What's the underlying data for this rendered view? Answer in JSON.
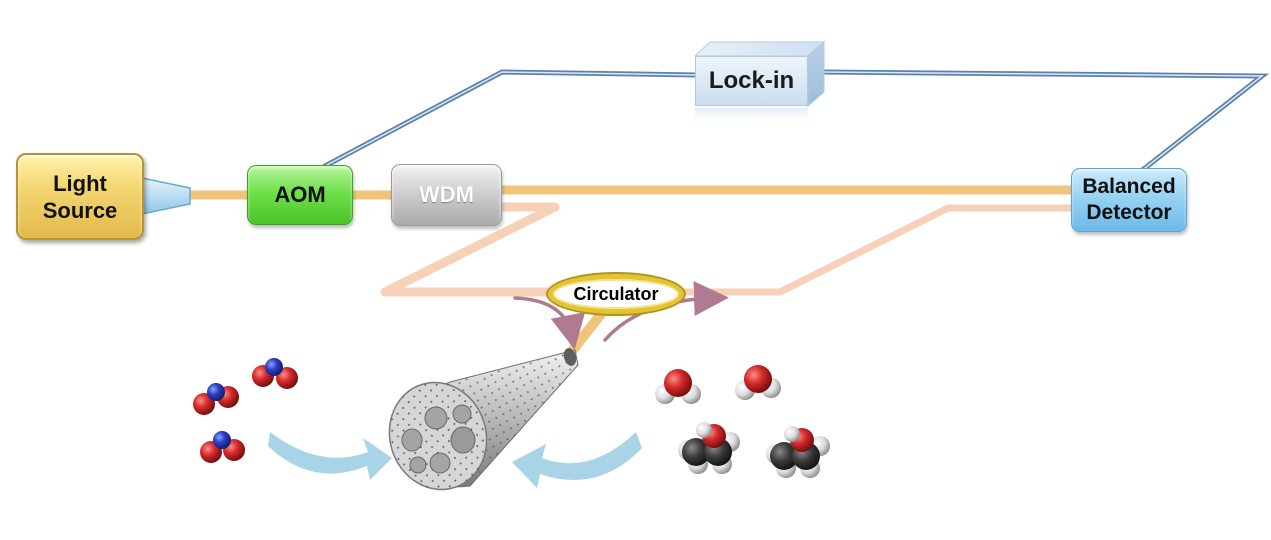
{
  "labels": {
    "light_source": [
      "Light",
      "Source"
    ],
    "aom": "AOM",
    "wdm": "WDM",
    "lock_in": "Lock-in",
    "balanced_detector": [
      "Balanced",
      "Detector"
    ],
    "circulator": "Circulator"
  },
  "colors": {
    "fiber_main": "#f0c47a",
    "fiber_faint": "#f6d1b8",
    "electrical_wire": "#7f9fc0",
    "signal_arrow": "#b07a93",
    "gas_arrow": "#a9d3e6",
    "no2_red": "#c0201f",
    "no2_blue": "#2a3ec4",
    "water_red": "#d42a2a",
    "water_white": "#f2f2f2",
    "carbon_gray": "#3a3a3a"
  },
  "icons": {
    "sensor": "porous-fiber-tip-icon",
    "molecule_left": "no2-molecule-icon",
    "molecule_right_small": "water-molecule-icon",
    "molecule_right_large": "ethanol-molecule-icon"
  }
}
